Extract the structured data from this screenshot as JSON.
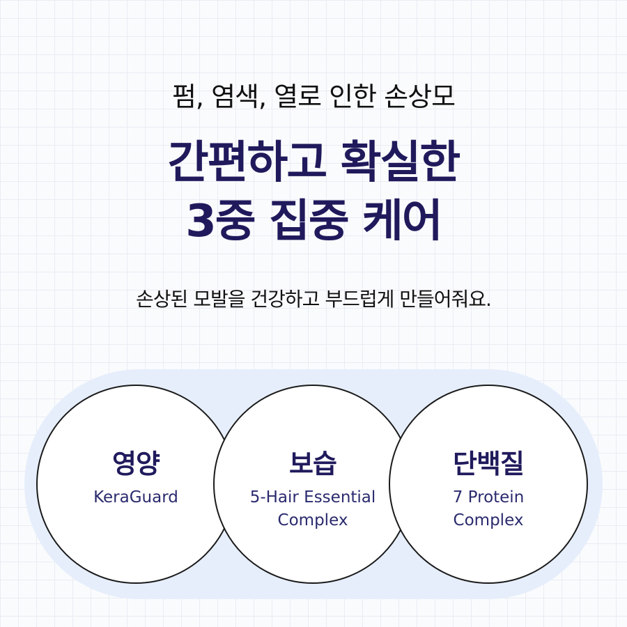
{
  "subtitle": "펌, 염색, 열로 인한 손상모",
  "headline": {
    "line1": "간편하고 확실한",
    "line2": "3중 집중 케어"
  },
  "description": "손상된 모발을 건강하고 부드럽게 만들어줘요.",
  "circles": [
    {
      "title": "영양",
      "line1": "KeraGuard",
      "line2": ""
    },
    {
      "title": "보습",
      "line1": "5-Hair Essential",
      "line2": "Complex"
    },
    {
      "title": "단백질",
      "line1": "7 Protein",
      "line2": "Complex"
    }
  ],
  "colors": {
    "headline": "#201a5c",
    "pill_background": "#e6eefb",
    "circle_border": "#1a1a1a"
  }
}
